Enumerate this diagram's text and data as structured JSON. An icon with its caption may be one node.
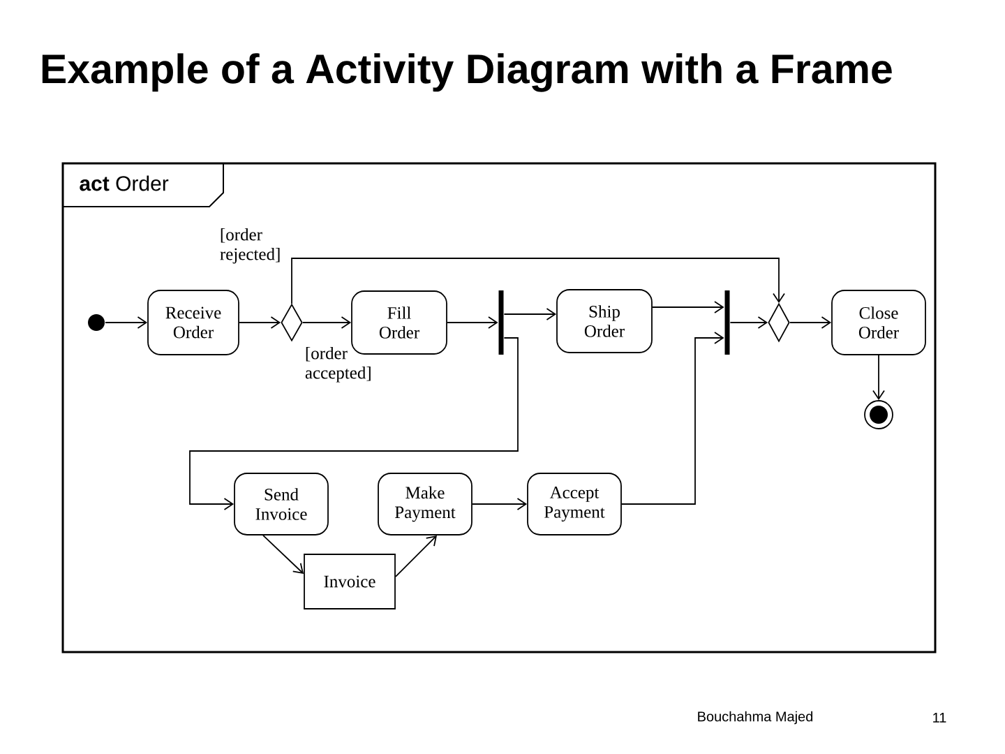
{
  "diagram": {
    "title": "Example of a Activity Diagram with a Frame",
    "nodes": [
      {
        "text": [
          "**act** Order"
        ]
      },
      {
        "text": [],
        "shape": "circle",
        "in": 0
      },
      {
        "text": [
          "Receive Order"
        ],
        "in": 0
      },
      {
        "text": [],
        "shape": "diamond",
        "in": 0
      },
      {
        "text": [
          "Fill Order"
        ],
        "in": 0
      },
      {
        "text": [],
        "shape": "bar",
        "in": 0
      },
      {
        "text": [
          "Ship Order"
        ],
        "in": 0
      },
      {
        "text": [],
        "shape": "bar",
        "in": 0
      },
      {
        "text": [],
        "shape": "diamond",
        "in": 0
      },
      {
        "text": [
          "Close Order"
        ],
        "in": 0
      },
      {
        "text": [],
        "shape": "circle",
        "in": 0
      },
      {
        "text": [
          "Send Invoice"
        ],
        "in": 0
      },
      {
        "text": [
          "Make Payment"
        ],
        "in": 0
      },
      {
        "text": [
          "Accept Payment"
        ],
        "in": 0
      },
      {
        "text": [
          "Invoice"
        ],
        "in": 0
      }
    ],
    "edges": [
      {
        "from": 1,
        "to": 2,
        "arrow": "to"
      },
      {
        "from": 2,
        "to": 3,
        "arrow": "to"
      },
      {
        "from": 3,
        "to": 4,
        "arrow": "to",
        "label": "[order accepted]"
      },
      {
        "from": 3,
        "to": 8,
        "arrow": "to",
        "label": "[order rejected]"
      },
      {
        "from": 4,
        "to": 5,
        "arrow": "to"
      },
      {
        "from": 5,
        "to": 6,
        "arrow": "to"
      },
      {
        "from": 5,
        "to": 11,
        "arrow": "to"
      },
      {
        "from": 6,
        "to": 7,
        "arrow": "to"
      },
      {
        "from": 13,
        "to": 7,
        "arrow": "to"
      },
      {
        "from": 7,
        "to": 8,
        "arrow": "to"
      },
      {
        "from": 8,
        "to": 9,
        "arrow": "to"
      },
      {
        "from": 9,
        "to": 10,
        "arrow": "to"
      },
      {
        "from": 11,
        "to": 14,
        "arrow": "to"
      },
      {
        "from": 14,
        "to": 12,
        "arrow": "to"
      },
      {
        "from": 12,
        "to": 13,
        "arrow": "to"
      }
    ],
    "labels": [
      "Bouchahma Majed",
      "11"
    ]
  }
}
